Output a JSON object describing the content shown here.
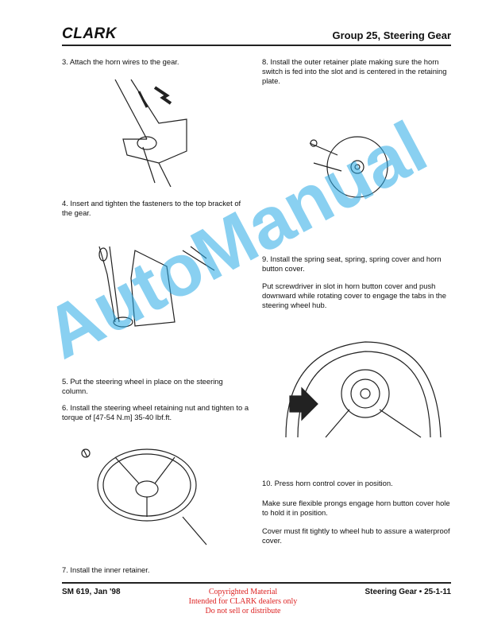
{
  "header": {
    "logo": "CLARK",
    "group_title": "Group 25, Steering Gear"
  },
  "steps": {
    "s3": "3.  Attach the horn wires to the gear.",
    "s4": "4.  Insert and tighten the fasteners to the top bracket of the gear.",
    "s5": "5.  Put the steering wheel in place on the steering column.",
    "s6": "6.  Install the steering wheel retaining nut and tighten to a torque of [47-54 N.m] 35-40 lbf.ft.",
    "s7": "7.  Install the inner retainer.",
    "s8": "8.  Install the outer retainer plate making sure the horn switch is fed into the slot and is centered in the retaining plate.",
    "s9": "9.  Install the spring seat, spring, spring cover and horn button cover.",
    "s9b": "Put screwdriver in slot in horn button cover and push downward while rotating cover to engage the tabs in the steering wheel hub.",
    "s10": "10.  Press horn control cover in position.",
    "s10b": "Make sure flexible prongs engage horn button cover hole to hold it in position.",
    "s10c": "Cover must fit tightly to wheel hub to assure a waterproof cover."
  },
  "footer": {
    "left": "SM 619, Jan '98",
    "right": "Steering Gear  •  25-1-11",
    "copy1": "Copyrighted Material",
    "copy2": "Intended for CLARK dealers only",
    "copy3": "Do not sell or distribute"
  },
  "watermark": "AutoManual"
}
